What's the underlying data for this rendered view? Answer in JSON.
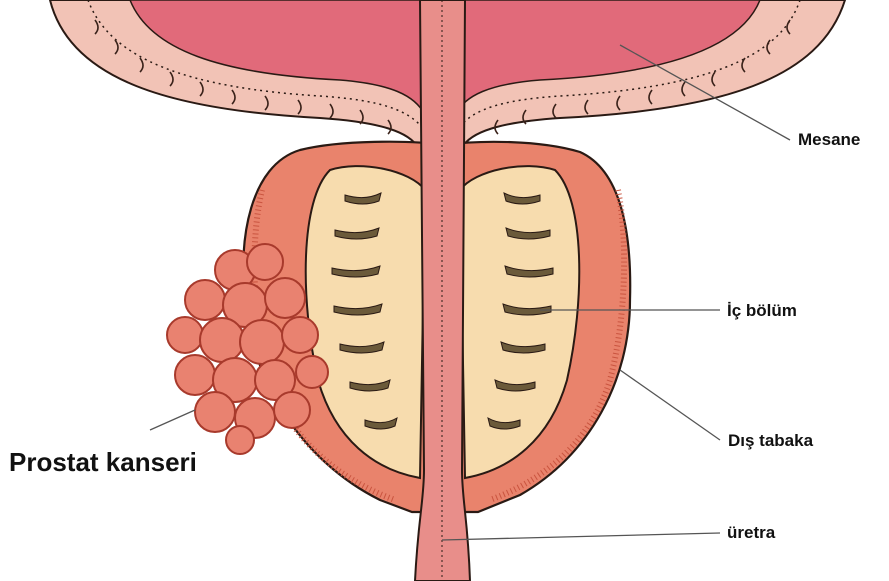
{
  "labels": {
    "bladder": "Mesane",
    "inner_zone": "İç bölüm",
    "outer_layer": "Dış tabaka",
    "urethra": "üretra",
    "cancer": "Prostat kanseri"
  },
  "colors": {
    "bladder_muscle": "#f2c3b6",
    "bladder_lumen": "#e16a7a",
    "capsule": "#e9836c",
    "capsule_dark": "#c9543f",
    "inner_tissue": "#f7dcae",
    "urethra": "#e88e8a",
    "tumor": "#e98270",
    "tumor_edge": "#a83a2c",
    "outline": "#2a1a14",
    "leader": "#555555"
  }
}
